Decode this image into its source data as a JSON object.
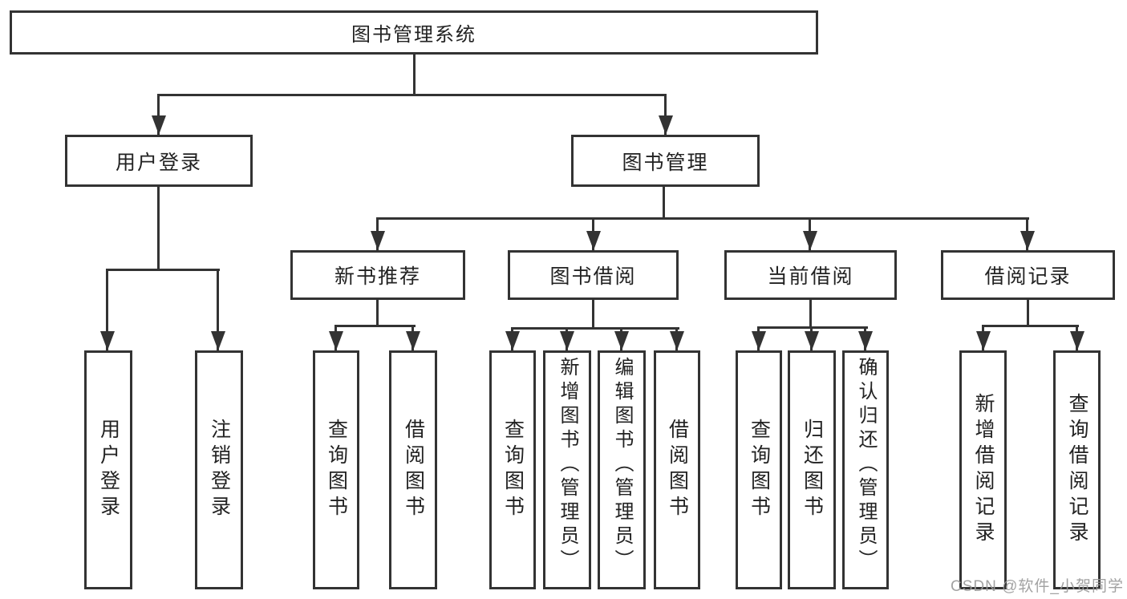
{
  "nodes": {
    "root": "图书管理系统",
    "userLogin": "用户登录",
    "bookMgmt": "图书管理",
    "newRec": "新书推荐",
    "bookBorrow": "图书借阅",
    "currentBorrow": "当前借阅",
    "borrowRecords": "借阅记录",
    "leafUserLogin": "用户登录",
    "leafLogout": "注销登录",
    "recQueryBooks": "查询图书",
    "recBorrowBooks": "借阅图书",
    "bbQueryBooks": "查询图书",
    "bbAddBooks": "新增图书（管理员）",
    "bbEditBooks": "编辑图书（管理员）",
    "bbBorrowBooks": "借阅图书",
    "cbQueryBooks": "查询图书",
    "cbReturnBooks": "归还图书",
    "cbConfirmReturn": "确认归还（管理员）",
    "brAddRecord": "新增借阅记录",
    "brQueryRecord": "查询借阅记录"
  },
  "watermark": "CSDN @软件_小贺同学",
  "colors": {
    "line": "#333333",
    "text": "#222222",
    "background": "#ffffff",
    "watermark": "#9b9b9b"
  }
}
